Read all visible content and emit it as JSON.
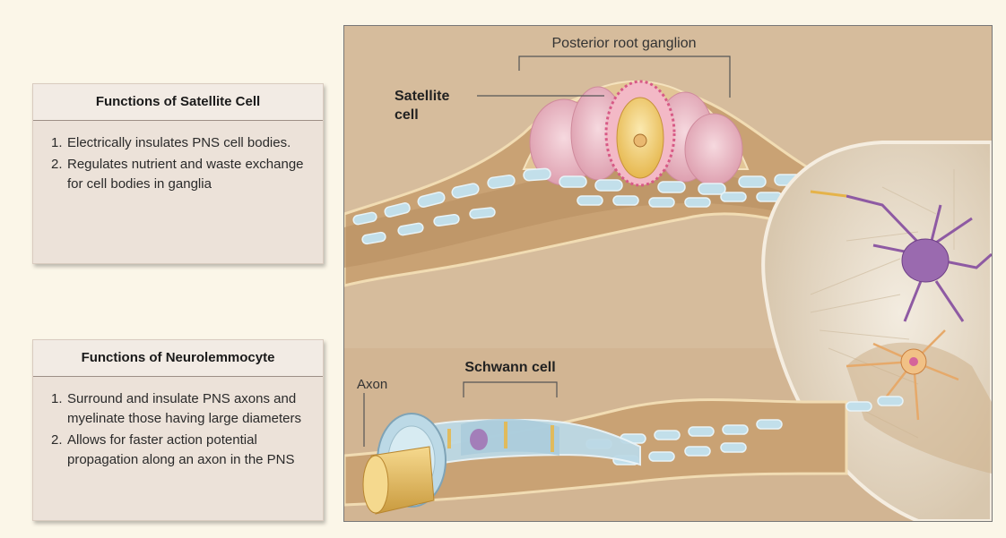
{
  "satellite_panel": {
    "title": "Functions of Satellite Cell",
    "items": [
      {
        "num": "1.",
        "text": "Electrically insulates PNS cell bodies."
      },
      {
        "num": "2.",
        "text": "Regulates nutrient and waste exchange for cell bodies in ganglia"
      }
    ]
  },
  "neurolemmocyte_panel": {
    "title": "Functions of Neurolemmocyte",
    "items": [
      {
        "num": "1.",
        "text": "Surround and insulate PNS axons and myelinate those having large diameters"
      },
      {
        "num": "2.",
        "text": "Allows for faster action potential propagation along an axon in the PNS"
      }
    ]
  },
  "illustration": {
    "labels": {
      "posterior_root_ganglion": "Posterior root ganglion",
      "satellite_line1": "Satellite",
      "satellite_line2": "cell",
      "schwann_cell": "Schwann cell",
      "axon": "Axon"
    },
    "colors": {
      "background": "#d4b99a",
      "nerve_sheath": "#c9a274",
      "myelin": "#bcd9e6",
      "ganglion_cells": "#eab7c4",
      "satellite_body": "#f3d27a",
      "neuron_purple": "#8e5aa3",
      "spinal_cord": "#efe6d8"
    }
  }
}
